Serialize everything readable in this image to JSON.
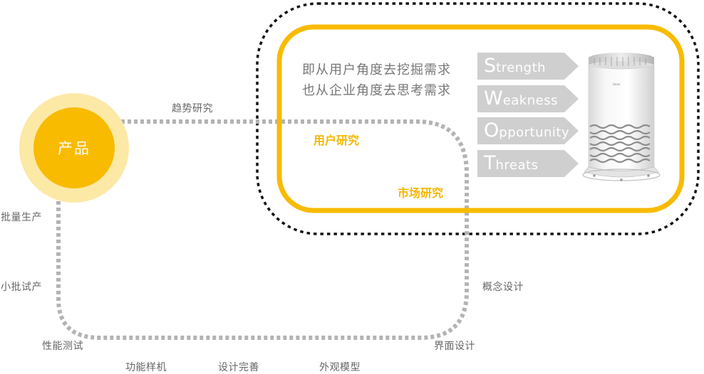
{
  "product": {
    "label": "产品"
  },
  "description": {
    "line1": "即从用户角度去挖掘需求",
    "line2": "也从企业角度去思考需求"
  },
  "research": {
    "user": "用户研究",
    "market": "市场研究"
  },
  "swot": [
    {
      "initial": "S",
      "rest": "trength"
    },
    {
      "initial": "W",
      "rest": "eakness"
    },
    {
      "initial": "O",
      "rest": "pportunity"
    },
    {
      "initial": "T",
      "rest": "hreats"
    }
  ],
  "stages": {
    "trend": "趋势研究",
    "concept": "概念设计",
    "interface": "界面设计",
    "appearance": "外观模型",
    "refine": "设计完善",
    "functional": "功能样机",
    "performance": "性能测试",
    "pilot": "小批试产",
    "mass": "批量生产"
  },
  "device_brand": "Haier",
  "colors": {
    "accent": "#f8bb00",
    "accent_light": "#fde9a6",
    "path_gray": "#b3b3b3",
    "swot_gray": "#cfcfcf"
  }
}
